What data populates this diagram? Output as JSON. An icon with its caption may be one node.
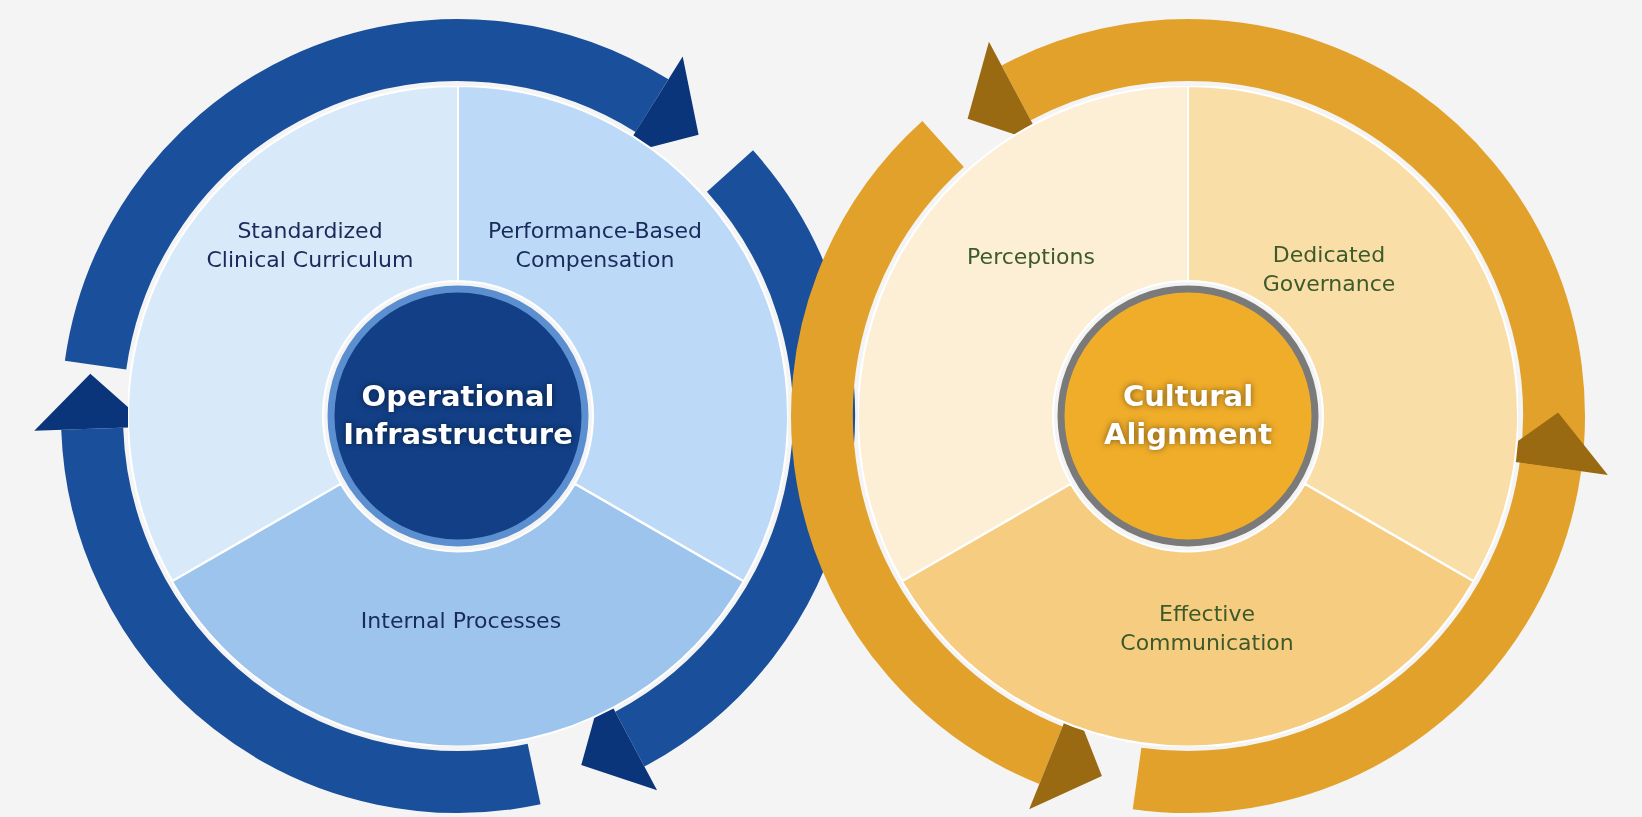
{
  "diagram": {
    "nodes": [
      {
        "text": [
          "Standardized Clinical Curriculum"
        ]
      },
      {
        "text": [
          "Performance-Based Compensation"
        ]
      },
      {
        "text": [
          "Internal Processes"
        ]
      },
      {
        "text": [
          "Operational Infrastructure"
        ]
      },
      {
        "text": [
          "Perceptions"
        ]
      },
      {
        "text": [
          "Dedicated Governance"
        ]
      },
      {
        "text": [
          "Effective Communication"
        ]
      },
      {
        "text": [
          "Cultural Alignment"
        ]
      }
    ]
  }
}
